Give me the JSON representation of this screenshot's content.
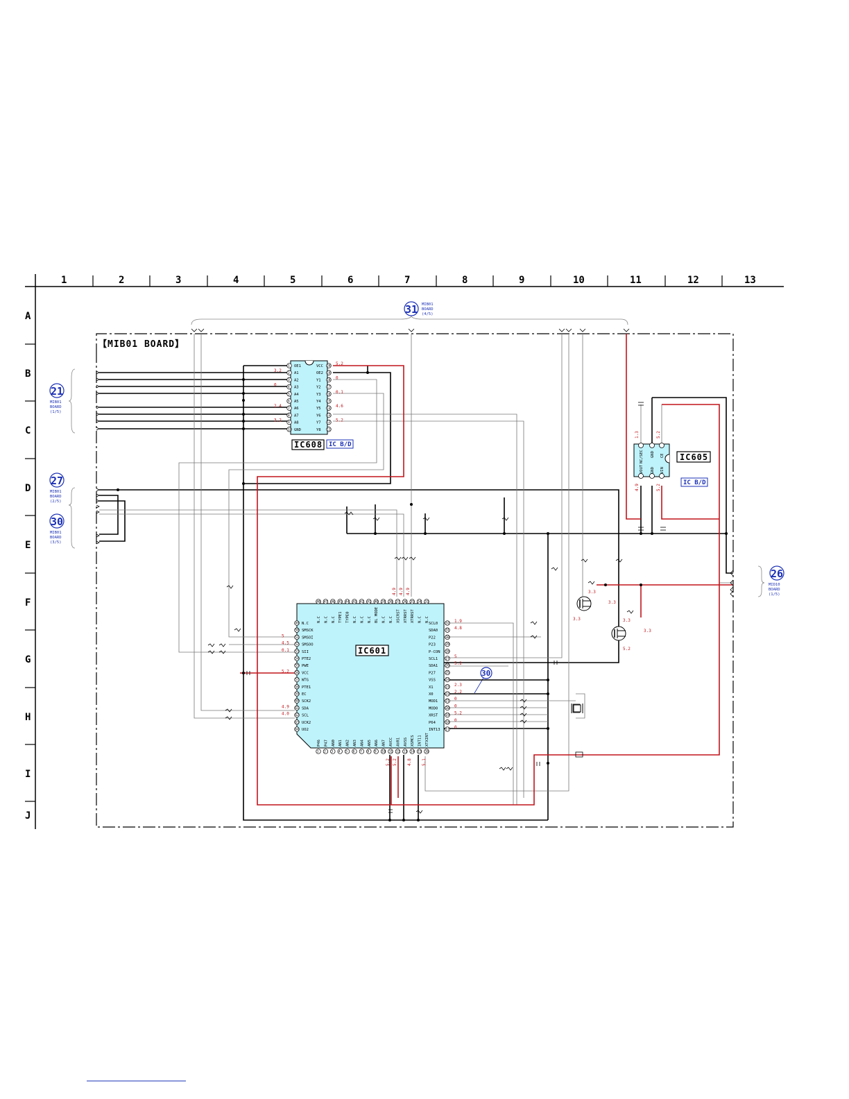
{
  "grid": {
    "columns": [
      "1",
      "2",
      "3",
      "4",
      "5",
      "6",
      "7",
      "8",
      "9",
      "10",
      "11",
      "12",
      "13"
    ],
    "rows": [
      "A",
      "B",
      "C",
      "D",
      "E",
      "F",
      "G",
      "H",
      "I",
      "J"
    ]
  },
  "board": {
    "title": "【MIB01 BOARD】"
  },
  "refs": {
    "r31": {
      "num": "31",
      "line1": "MIB01",
      "line2": "BOARD",
      "line3": "(4/5)"
    },
    "r21": {
      "num": "21",
      "line1": "MIB01",
      "line2": "BOARD",
      "line3": "(1/5)"
    },
    "r27": {
      "num": "27",
      "line1": "MIB01",
      "line2": "BOARD",
      "line3": "(2/5)"
    },
    "r30": {
      "num": "30",
      "line1": "MIB01",
      "line2": "BOARD",
      "line3": "(3/5)"
    },
    "r26": {
      "num": "26",
      "line1": "MID10",
      "line2": "BOARD",
      "line3": "(1/5)"
    },
    "r30b": {
      "num": "30"
    }
  },
  "ic608": {
    "label": "IC608",
    "tag": "IC B/D",
    "left_pins": [
      "OE1",
      "A1",
      "A2",
      "A3",
      "A4",
      "A5",
      "A6",
      "A7",
      "A8",
      "GND"
    ],
    "right_pins": [
      "VCC",
      "OE2",
      "Y1",
      "Y2",
      "Y3",
      "Y4",
      "Y5",
      "Y6",
      "Y7",
      "Y8"
    ],
    "left_nums": [
      "1",
      "2",
      "3",
      "4",
      "5",
      "6",
      "7",
      "8",
      "9",
      "10"
    ],
    "right_nums": [
      "20",
      "19",
      "18",
      "17",
      "16",
      "15",
      "14",
      "13",
      "12",
      "11"
    ],
    "left_volts": [
      "",
      "3.2",
      "",
      "0",
      "",
      "",
      "2.4",
      "",
      "3.2",
      ""
    ],
    "right_volts": [
      "5.2",
      "",
      "0",
      "",
      "0.1",
      "",
      "4.6",
      "",
      "5.2",
      ""
    ]
  },
  "ic605": {
    "label": "IC605",
    "tag": "IC B/D",
    "top_pins": [
      "NC/SEC",
      "GND",
      "CE"
    ],
    "bottom_pins": [
      "VOUT",
      "GND",
      "VIN"
    ],
    "top_volts": [
      "1.3",
      "5.2"
    ],
    "bottom_volts": [
      "4.9",
      "5.2"
    ]
  },
  "ic601": {
    "label": "IC601",
    "top_pins": [
      "N.C",
      "N.C",
      "N.C",
      "TYPE1",
      "TYPE0",
      "N.C",
      "N.C",
      "N.C",
      "BL MODE",
      "N.C",
      "N.C",
      "XSCRST",
      "XTRRST",
      "XTRRST",
      "N.C",
      "N.C"
    ],
    "top_nums": [
      "48",
      "47",
      "46",
      "45",
      "44",
      "43",
      "42",
      "41",
      "40",
      "39",
      "38",
      "37",
      "36",
      "35",
      "34",
      "33"
    ],
    "top_volts": [
      "4.9",
      "4.9",
      "4.9"
    ],
    "left_pins": [
      "N.C",
      "SMSCK",
      "SMSOI",
      "SMSOO",
      "SII",
      "PTE2",
      "PWE",
      "VCC",
      "WTG",
      "PTE1",
      "EC",
      "SCK2",
      "SDA",
      "SCL",
      "UCK2",
      "UO2"
    ],
    "left_nums": [
      "49",
      "50",
      "51",
      "52",
      "53",
      "54",
      "55",
      "56",
      "57",
      "58",
      "59",
      "60",
      "61",
      "62",
      "63",
      "64"
    ],
    "left_volts": [
      "",
      "",
      "5",
      "4.5",
      "0.1",
      "",
      "",
      "5.2",
      "",
      "",
      "",
      "",
      "4.9",
      "4.0",
      "",
      ""
    ],
    "right_pins": [
      "SCL0",
      "SDA0",
      "P22",
      "P23",
      "P-CON",
      "SCL1",
      "SDA1",
      "P27",
      "VSS",
      "X1",
      "X0",
      "MOD1",
      "MOD0",
      "XRST",
      "P64",
      "INT13"
    ],
    "right_nums": [
      "32",
      "31",
      "30",
      "29",
      "28",
      "27",
      "26",
      "25",
      "24",
      "23",
      "22",
      "21",
      "20",
      "19",
      "18",
      "17"
    ],
    "right_volts": [
      "1.9",
      "4.8",
      "",
      "",
      "",
      "5",
      "5.2",
      "",
      "",
      "2.3",
      "2.2",
      "0",
      "0",
      "5.2",
      "0",
      "0"
    ],
    "bottom_pins": [
      "P46",
      "P47",
      "AN0",
      "AN1",
      "AN2",
      "AN3",
      "AN4",
      "AN5",
      "AN6",
      "AN7",
      "AVCC",
      "AVR1",
      "AVSS",
      "XSMCS",
      "INT11",
      "XTXINT"
    ],
    "bottom_nums": [
      "1",
      "2",
      "3",
      "4",
      "5",
      "6",
      "7",
      "8",
      "9",
      "10",
      "11",
      "12",
      "13",
      "14",
      "15",
      "16"
    ],
    "bottom_volts": [
      "5.2",
      "5.2",
      "4.8",
      "5.1"
    ]
  },
  "transistors": {
    "q1_volts": [
      "3.3",
      "3.3",
      "3.3"
    ],
    "q2_volts": [
      "3.3",
      "3.3",
      "5.2"
    ]
  },
  "colors": {
    "ic_fill": "#bff3fb",
    "wire_red": "#c0141a",
    "ref_blue": "#1a2fb5",
    "grid": "#000000"
  }
}
